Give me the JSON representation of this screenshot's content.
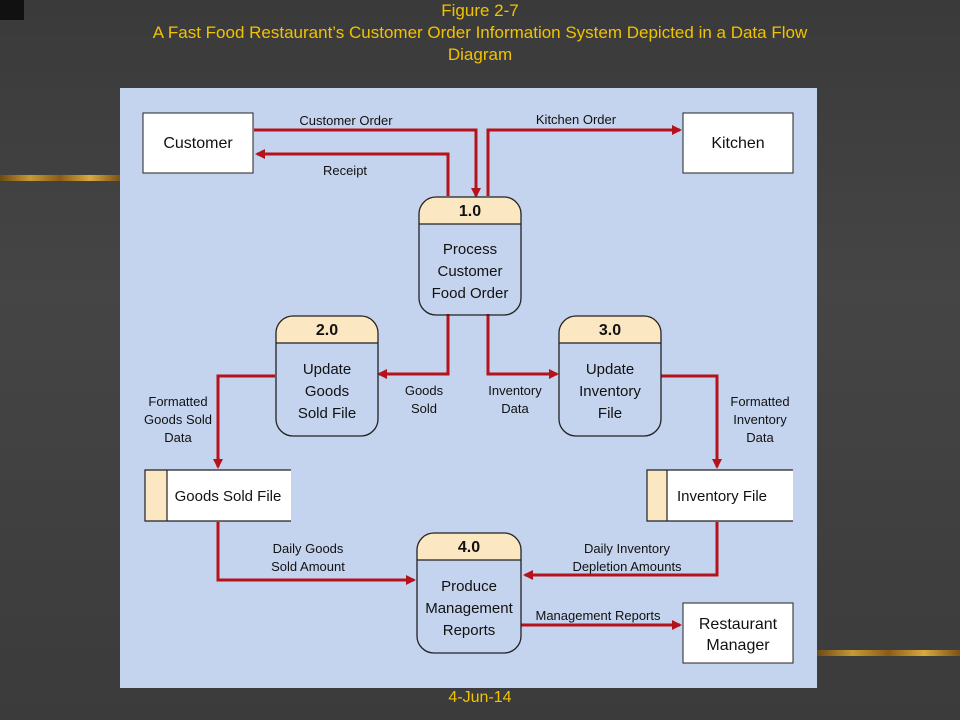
{
  "header": {
    "figure_number": "Figure 2-7",
    "title_line1": "A Fast Food Restaurant’s Customer Order Information System Depicted in a Data Flow",
    "title_line2": "Diagram"
  },
  "footer": {
    "date": "4-Jun-14"
  },
  "colors": {
    "title": "#f2c200",
    "diagram_bg": "#c5d4ee",
    "arrow": "#b5121b",
    "process_header": "#fbe8c2"
  },
  "diagram": {
    "entities": {
      "customer": "Customer",
      "kitchen": "Kitchen",
      "manager_line1": "Restaurant",
      "manager_line2": "Manager"
    },
    "processes": {
      "p1": {
        "number": "1.0",
        "lines": [
          "Process",
          "Customer",
          "Food Order"
        ]
      },
      "p2": {
        "number": "2.0",
        "lines": [
          "Update",
          "Goods",
          "Sold File"
        ]
      },
      "p3": {
        "number": "3.0",
        "lines": [
          "Update",
          "Inventory",
          "File"
        ]
      },
      "p4": {
        "number": "4.0",
        "lines": [
          "Produce",
          "Management",
          "Reports"
        ]
      }
    },
    "stores": {
      "goods_sold": "Goods Sold File",
      "inventory": "Inventory File"
    },
    "flows": {
      "customer_order": "Customer Order",
      "receipt": "Receipt",
      "kitchen_order": "Kitchen Order",
      "goods_sold": [
        "Goods",
        "Sold"
      ],
      "inventory_data": [
        "Inventory",
        "Data"
      ],
      "formatted_goods": [
        "Formatted",
        "Goods Sold",
        "Data"
      ],
      "formatted_inventory": [
        "Formatted",
        "Inventory",
        "Data"
      ],
      "daily_goods": [
        "Daily Goods",
        "Sold Amount"
      ],
      "daily_inventory": [
        "Daily Inventory",
        "Depletion Amounts"
      ],
      "management_reports": "Management Reports"
    }
  }
}
